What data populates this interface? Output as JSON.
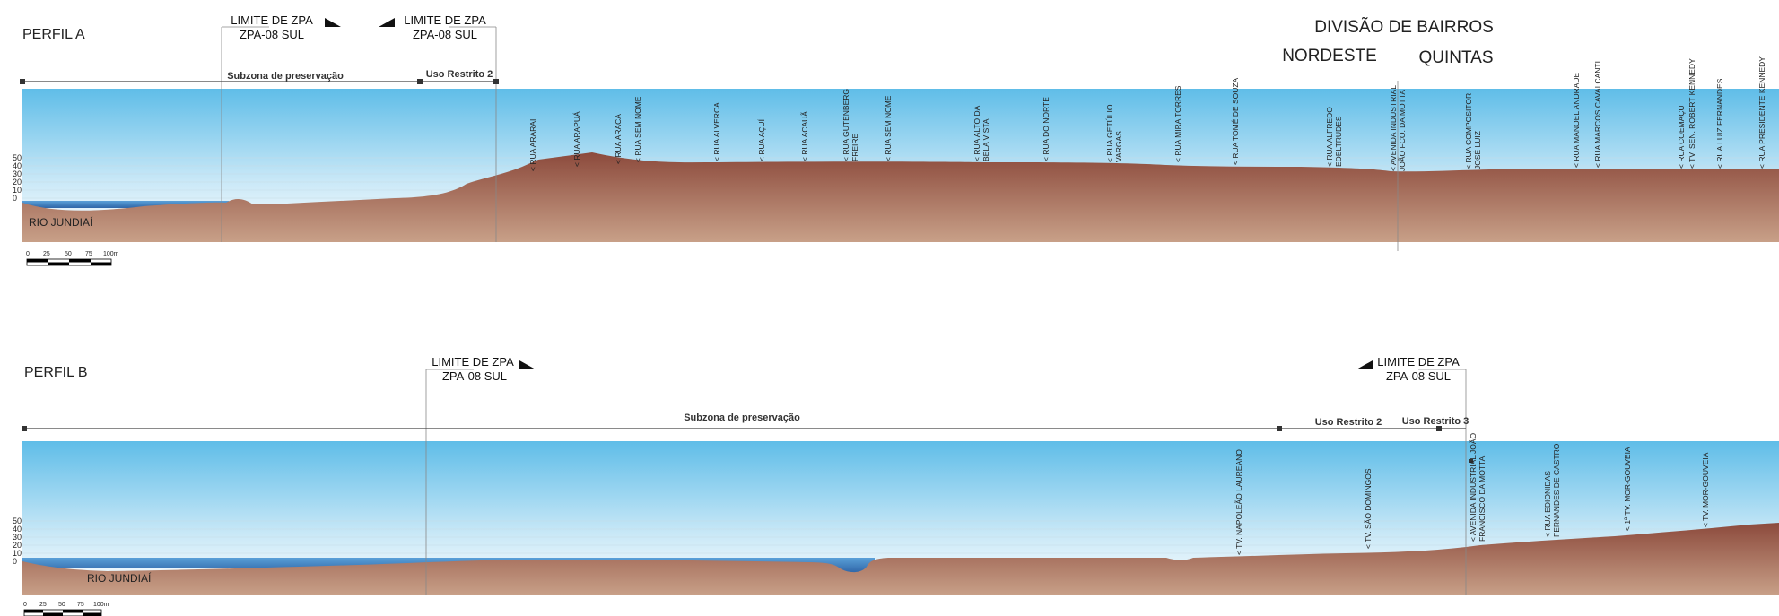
{
  "title": {
    "main": "DIVISÃO DE BAIRROS",
    "left": "NORDESTE",
    "right": "QUINTAS"
  },
  "profile_a": {
    "label": "PERFIL  A",
    "river": "RIO JUNDIAÍ",
    "zpa_left": {
      "line1": "LIMITE DE ZPA",
      "line2": "ZPA-08 SUL"
    },
    "zpa_right": {
      "line1": "LIMITE DE ZPA",
      "line2": "ZPA-08 SUL"
    },
    "zones": [
      "Subzona de preservação",
      "Uso Restrito 2"
    ],
    "elevation_ticks": [
      "50",
      "40",
      "30",
      "20",
      "10",
      "0"
    ],
    "scale": [
      "0",
      "25",
      "50",
      "75",
      "100m"
    ],
    "streets": [
      [
        "< RUA ARARAI"
      ],
      [
        "< RUA ARAPUÁ"
      ],
      [
        "< RUA ARACA"
      ],
      [
        "< RUA SEM NOME"
      ],
      [
        "< RUA ALVERCA"
      ],
      [
        "< RUA AÇUÍ"
      ],
      [
        "< RUA ACAUÃ"
      ],
      [
        "< RUA GUTENBERG",
        "FREIRE"
      ],
      [
        "< RUA SEM NOME"
      ],
      [
        "< RUA ALTO DA",
        "BELA VISTA"
      ],
      [
        "< RUA DO NORTE"
      ],
      [
        "< RUA GETÚLIO",
        "VARGAS"
      ],
      [
        "< RUA MIRA TORRES"
      ],
      [
        "< RUA TOMÉ DE SOUZA"
      ],
      [
        "< RUA ALFREDO",
        "EDELTRUDES"
      ],
      [
        "< AVENIDA INDUSTRIAL",
        "JOÃO FCO. DA MOTTA"
      ],
      [
        "< RUA COMPOSITOR",
        "JOSÉ LUIZ"
      ],
      [
        "< RUA MANOEL ANDRADE"
      ],
      [
        "< RUA MARCOS CAVALCANTI"
      ],
      [
        "< RUA COEMAÇU"
      ],
      [
        "< TV. SEN. ROBERT KENNEDY"
      ],
      [
        "< RUA LUIZ FERNANDES"
      ],
      [
        "< RUA PRESIDENTE KENNEDY"
      ]
    ]
  },
  "profile_b": {
    "label": "PERFIL  B",
    "river": "RIO JUNDIAÍ",
    "zpa_left": {
      "line1": "LIMITE DE ZPA",
      "line2": "ZPA-08 SUL"
    },
    "zpa_right": {
      "line1": "LIMITE DE ZPA",
      "line2": "ZPA-08 SUL"
    },
    "zones": [
      "Subzona de preservação",
      "Uso Restrito 2",
      "Uso Restrito 3"
    ],
    "elevation_ticks": [
      "50",
      "40",
      "30",
      "20",
      "10",
      "0"
    ],
    "scale": [
      "0",
      "25",
      "50",
      "75",
      "100m"
    ],
    "streets": [
      [
        "< TV. NAPOLEÃO LAUREANO"
      ],
      [
        "< TV. SÃO DOMINGOS"
      ],
      [
        "< AVENIDA INDUSTRIAL JOÃO",
        "FRANCISCO DA MOTTA"
      ],
      [
        "< RUA EDIONIDAS",
        "FERNANDES DE CASTRO"
      ],
      [
        "< 1ª TV. MOR-GOUVEIA"
      ],
      [
        "< TV. MOR-GOUVEIA"
      ]
    ]
  },
  "colors": {
    "sky_top": "#5fbde8",
    "sky_bottom": "#ffffff",
    "ground_top": "#8c4a3c",
    "ground_bottom": "#c8a088",
    "water": "#3a7ec0"
  }
}
